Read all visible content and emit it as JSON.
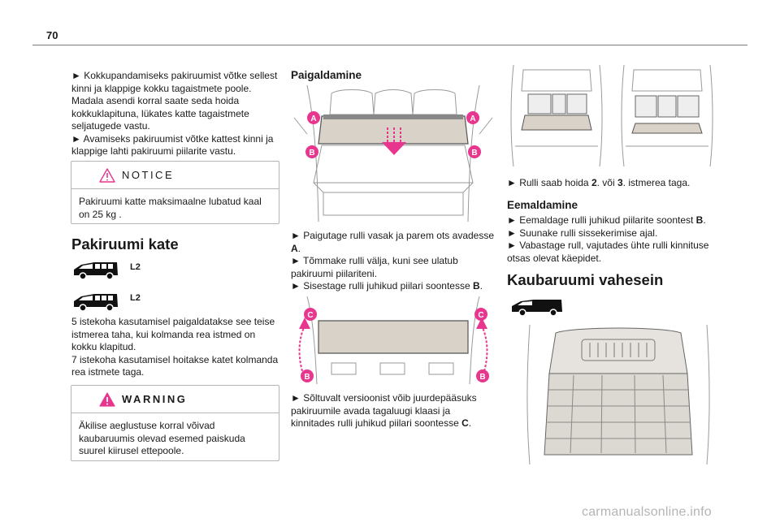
{
  "page_number": "70",
  "left": {
    "intro": [
      "► Kokkupandamiseks pakiruumist võtke sellest kinni ja klappige kokku tagaistmete poole. Madala asendi korral saate seda hoida kokkuklapituna, lükates katte tagaistmete seljatugede vastu.",
      "► Avamiseks pakiruumist võtke kattest kinni ja klappige lahti pakiruumi piilarite vastu."
    ],
    "notice": {
      "title": "NOTICE",
      "text": "Pakiruumi katte maksimaalne lubatud kaal on 25 kg ."
    },
    "section_title": "Pakiruumi kate",
    "badge1": "L2",
    "badge2": "L2",
    "body": [
      "5 istekoha kasutamisel paigaldatakse see teise istmerea taha, kui kolmanda rea istmed on kokku klapitud.",
      "7 istekoha kasutamisel hoitakse katet kolmanda rea istmete taga."
    ],
    "warning": {
      "title": "WARNING",
      "text": "Äkilise aeglustuse korral võivad kaubaruumis olevad esemed paiskuda suurel kiirusel ettepoole."
    }
  },
  "middle": {
    "heading": "Paigaldamine",
    "figure1_labels": {
      "a": "A",
      "b": "B"
    },
    "steps": [
      {
        "pre": "► Paigutage rulli vasak ja parem ots avadesse ",
        "bold": "A",
        "post": "."
      },
      {
        "pre": "► Tõmmake rulli välja, kuni see ulatub pakiruumi piilariteni.",
        "bold": "",
        "post": ""
      },
      {
        "pre": "► Sisestage rulli juhikud piilari soontesse ",
        "bold": "B",
        "post": "."
      }
    ],
    "figure2_labels": {
      "c": "C",
      "b": "B"
    },
    "note": {
      "pre": "► Sõltuvalt versioonist võib juurdepääsuks pakiruumile avada tagaluugi klaasi ja kinnitades rulli juhikud piilari soontesse ",
      "bold": "C",
      "post": "."
    }
  },
  "right": {
    "roll_step": {
      "pre": "► Rulli saab hoida ",
      "bold1": "2",
      "mid": ". või ",
      "bold2": "3",
      "post": ". istmerea taga."
    },
    "remove_heading": "Eemaldamine",
    "remove_steps": [
      {
        "pre": "► Eemaldage rulli juhikud piilarite soontest ",
        "bold": "B",
        "post": "."
      },
      {
        "pre": "► Suunake rulli sissekerimise ajal.",
        "bold": "",
        "post": ""
      },
      {
        "pre": "► Vabastage rull, vajutades ühte rulli kinnituse otsas olevat käepidet.",
        "bold": "",
        "post": ""
      }
    ],
    "section_title": "Kaubaruumi vahesein"
  },
  "footer": "carmanualsonline.info",
  "colors": {
    "accent": "#e8368f",
    "warning": "#e8368f",
    "notice": "#e8368f",
    "line": "#7a7a7a"
  },
  "icons": [
    "warning-triangle-icon",
    "notice-triangle-icon",
    "van-l2-icon",
    "van-icon"
  ]
}
